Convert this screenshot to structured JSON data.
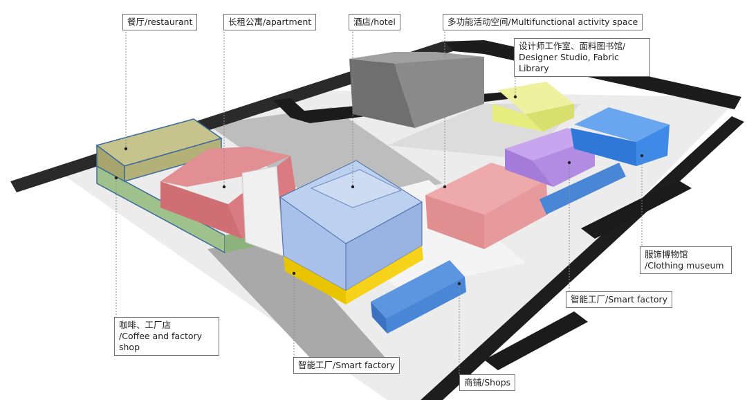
{
  "labels": {
    "restaurant": "餐厅/restaurant",
    "apartment": "长租公寓/apartment",
    "hotel": "酒店/hotel",
    "activity": "多功能活动空间/Multifunctional activity space",
    "studio_line1": "设计师工作室、面料图书馆/",
    "studio_line2": "Designer Studio, Fabric Library",
    "coffee_line1": "咖啡、工厂店",
    "coffee_line2": "/Coffee and factory",
    "coffee_line3": "shop",
    "smart_factory_left": "智能工厂/Smart factory",
    "smart_factory_right": "智能工厂/Smart factory",
    "museum_line1": "服饰博物馆",
    "museum_line2": "/Clothing museum",
    "shops": "商铺/Shops"
  },
  "colors": {
    "restaurant": "#b9b77e",
    "coffee_shop": "#9fc28d",
    "apartment": "#d97b80",
    "hotel": "#a9c1ea",
    "hotel_base": "#f7d21a",
    "shops": "#4a86d6",
    "factory_right": "#e79a9c",
    "studio": "#e7ec7f",
    "museum": "#3f8ae6",
    "activity": "#b28ce2",
    "road": "#1e1e1e",
    "existing_building": "#7c7c7c"
  }
}
